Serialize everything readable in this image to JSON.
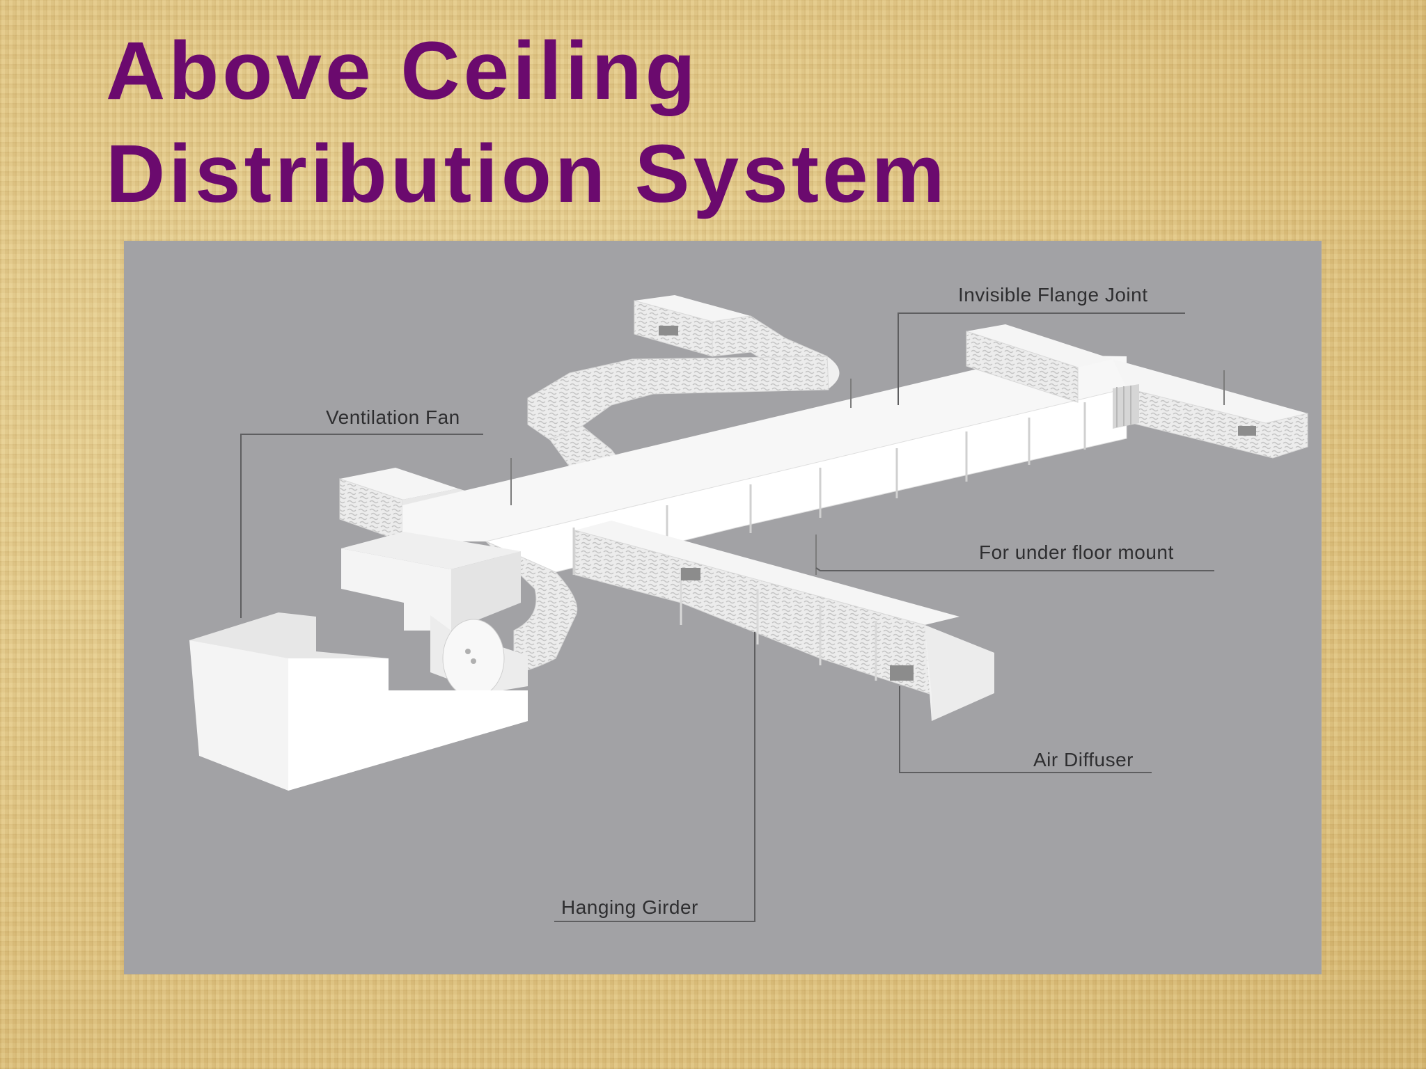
{
  "title": {
    "line1": "Above Ceiling",
    "line2": "Distribution System",
    "color": "#6b0a6e"
  },
  "diagram": {
    "panel_color": "#a2a2a5",
    "duct_color": "#f4f4f4",
    "callouts": {
      "invisible_flange_joint": "Invisible Flange Joint",
      "ventilation_fan": "Ventilation Fan",
      "under_floor_mount": "For under floor mount",
      "air_diffuser": "Air Diffuser",
      "hanging_girder": "Hanging Girder"
    }
  }
}
